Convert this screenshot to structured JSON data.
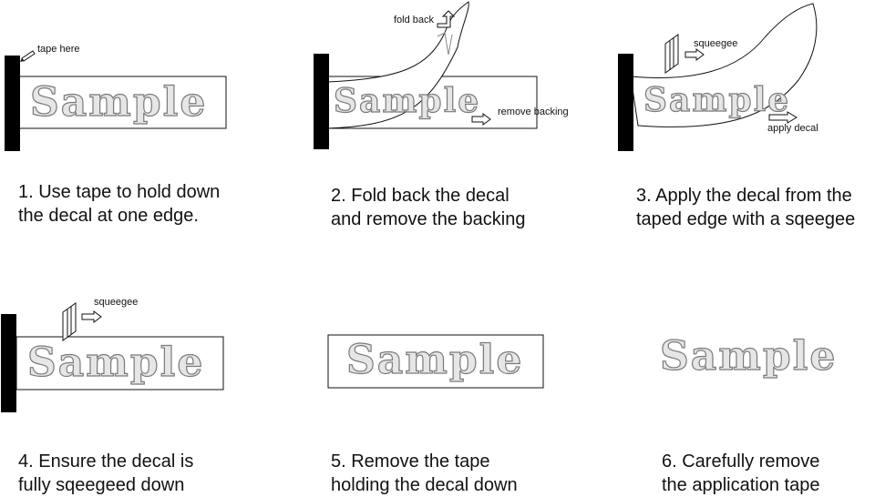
{
  "steps": [
    {
      "caption_line1": "1. Use tape to hold down",
      "caption_line2": "the decal at one edge.",
      "sample_text": "Sample",
      "label": "tape here"
    },
    {
      "caption_line1": "2. Fold back the decal",
      "caption_line2": "and remove the backing",
      "sample_text": "Sample",
      "label_fold": "fold back",
      "label_remove": "remove backing"
    },
    {
      "caption_line1": "3. Apply the decal from the",
      "caption_line2": "taped edge with a sqeegee",
      "sample_text": "Sample",
      "label_squeegee": "squeegee",
      "label_apply": "apply decal"
    },
    {
      "caption_line1": "4. Ensure the decal is",
      "caption_line2": "fully sqeegeed down",
      "sample_text": "Sample",
      "label_squeegee": "squeegee"
    },
    {
      "caption_line1": "5. Remove the tape",
      "caption_line2": "holding the decal down",
      "sample_text": "Sample"
    },
    {
      "caption_line1": "6. Carefully remove",
      "caption_line2": "the application tape",
      "sample_text": "Sample"
    }
  ]
}
